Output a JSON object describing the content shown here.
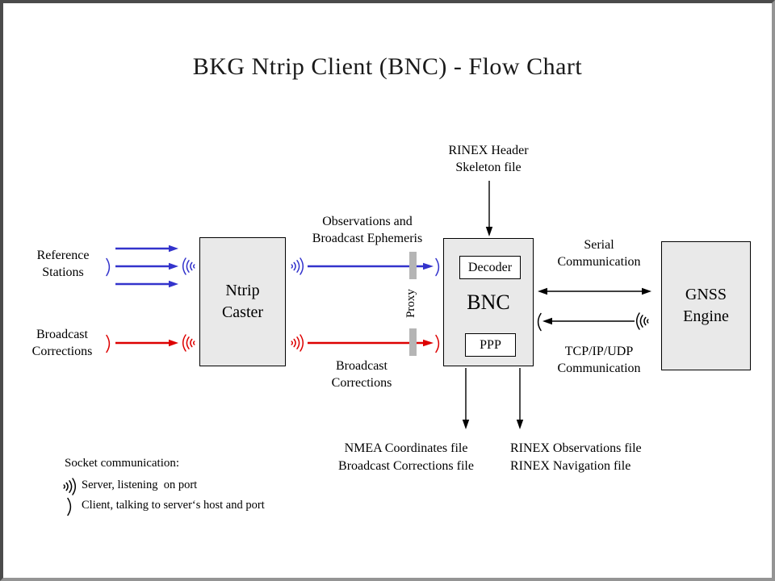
{
  "title": "BKG Ntrip Client (BNC)  -  Flow Chart",
  "nodes": {
    "ntrip_caster": {
      "line1": "Ntrip",
      "line2": "Caster"
    },
    "bnc": {
      "label": "BNC",
      "decoder": "Decoder",
      "ppp": "PPP"
    },
    "gnss_engine": {
      "line1": "GNSS",
      "line2": "Engine"
    }
  },
  "labels": {
    "reference_stations": {
      "line1": "Reference",
      "line2": "Stations"
    },
    "broadcast_corrections_input": {
      "line1": "Broadcast",
      "line2": "Corrections"
    },
    "observations_stream": {
      "line1": "Observations and",
      "line2": "Broadcast Ephemeris"
    },
    "corrections_stream": {
      "line1": "Broadcast",
      "line2": "Corrections"
    },
    "rinex_header": {
      "line1": "RINEX Header",
      "line2": "Skeleton file"
    },
    "serial_comm": {
      "line1": "Serial",
      "line2": "Communication"
    },
    "tcp_comm": {
      "line1": "TCP/IP/UDP",
      "line2": "Communication"
    },
    "proxy": "Proxy",
    "nmea_output": {
      "line1": "NMEA Coordinates file",
      "line2": "Broadcast Corrections file"
    },
    "rinex_output": {
      "line1": "RINEX Observations file",
      "line2": "RINEX Navigation file"
    }
  },
  "legend": {
    "heading": "Socket communication:",
    "server_desc": "Server, listening  on port",
    "client_desc": "Client, talking to server‘s host and port"
  },
  "icons": {
    "server_socket": "sound-waves-icon",
    "client_socket": "single-arc-icon"
  },
  "colors": {
    "observations_flow": "#3333cc",
    "corrections_flow": "#dd0000",
    "node_fill": "#e9e9e9",
    "proxy_bar": "#b5b5b5",
    "text": "#000000"
  }
}
